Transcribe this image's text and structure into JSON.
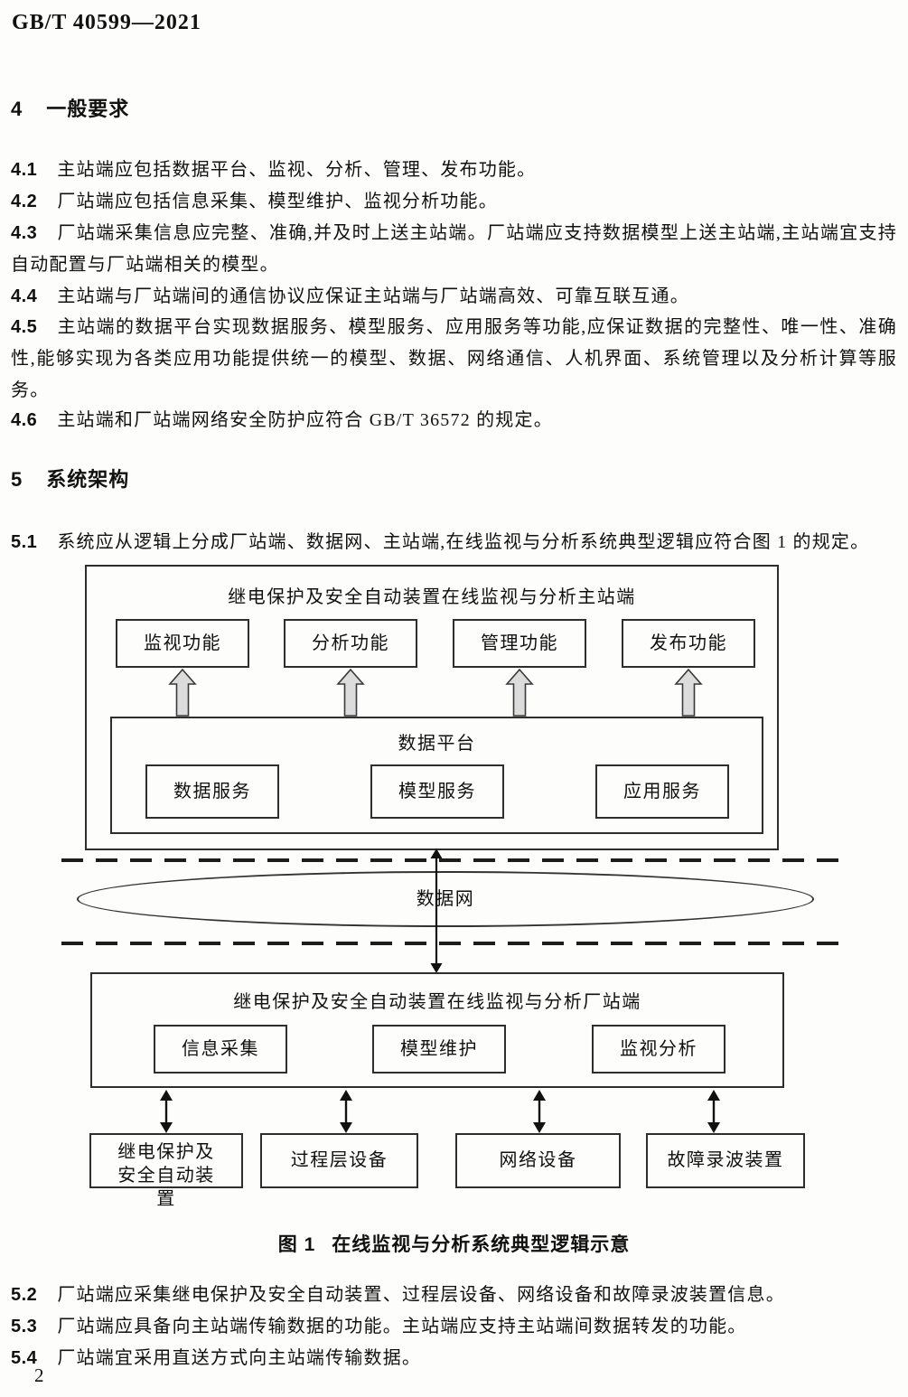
{
  "page": {
    "header": "GB/T 40599—2021",
    "number": "2"
  },
  "section4": {
    "num": "4",
    "title": "一般要求",
    "clauses": [
      {
        "num": "4.1",
        "text": "主站端应包括数据平台、监视、分析、管理、发布功能。"
      },
      {
        "num": "4.2",
        "text": "厂站端应包括信息采集、模型维护、监视分析功能。"
      },
      {
        "num": "4.3",
        "text": "厂站端采集信息应完整、准确,并及时上送主站端。厂站端应支持数据模型上送主站端,主站端宜支持自动配置与厂站端相关的模型。"
      },
      {
        "num": "4.4",
        "text": "主站端与厂站端间的通信协议应保证主站端与厂站端高效、可靠互联互通。"
      },
      {
        "num": "4.5",
        "text": "主站端的数据平台实现数据服务、模型服务、应用服务等功能,应保证数据的完整性、唯一性、准确性,能够实现为各类应用功能提供统一的模型、数据、网络通信、人机界面、系统管理以及分析计算等服务。"
      },
      {
        "num": "4.6",
        "text": "主站端和厂站端网络安全防护应符合 GB/T 36572 的规定。"
      }
    ]
  },
  "section5": {
    "num": "5",
    "title": "系统架构",
    "clause_51": {
      "num": "5.1",
      "text": "系统应从逻辑上分成厂站端、数据网、主站端,在线监视与分析系统典型逻辑应符合图 1 的规定。"
    },
    "clauses_after_figure": [
      {
        "num": "5.2",
        "text": "厂站端应采集继电保护及安全自动装置、过程层设备、网络设备和故障录波装置信息。"
      },
      {
        "num": "5.3",
        "text": "厂站端应具备向主站端传输数据的功能。主站端应支持主站端间数据转发的功能。"
      },
      {
        "num": "5.4",
        "text": "厂站端宜采用直送方式向主站端传输数据。"
      }
    ]
  },
  "figure": {
    "caption_label": "图 1",
    "caption_title": "在线监视与分析系统典型逻辑示意",
    "master": {
      "title": "继电保护及安全自动装置在线监视与分析主站端",
      "functions": [
        "监视功能",
        "分析功能",
        "管理功能",
        "发布功能"
      ],
      "platform": {
        "title": "数据平台",
        "services": [
          "数据服务",
          "模型服务",
          "应用服务"
        ]
      }
    },
    "network_label": "数据网",
    "station": {
      "title": "继电保护及安全自动装置在线监视与分析厂站端",
      "functions": [
        "信息采集",
        "模型维护",
        "监视分析"
      ]
    },
    "devices": [
      "继电保护及安全自动装置",
      "过程层设备",
      "网络设备",
      "故障录波装置"
    ]
  },
  "colors": {
    "ink": "#111111",
    "box_border": "#2e2e2e",
    "arrow_fill": "#dcdcdc"
  }
}
